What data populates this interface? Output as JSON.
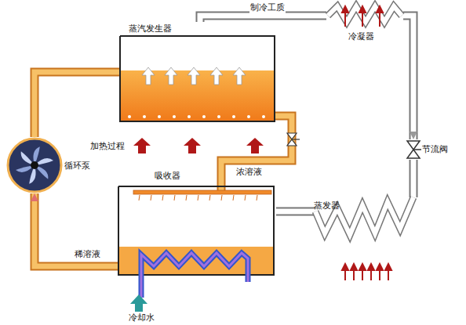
{
  "diagram": {
    "nodes": [
      {
        "text": [
          "蒸汽发生器"
        ]
      },
      {
        "text": [
          "冷凝器"
        ]
      },
      {
        "text": [
          "节流阀"
        ]
      },
      {
        "text": [
          "蒸发器"
        ]
      },
      {
        "text": [
          "吸收器"
        ]
      },
      {
        "text": [
          "循环泵"
        ]
      }
    ],
    "edges": [
      {
        "from": 0,
        "to": 1,
        "label": "制冷工质",
        "arrow": "none"
      },
      {
        "from": 1,
        "to": 2,
        "arrow": "to"
      },
      {
        "from": 2,
        "to": 3,
        "arrow": "none"
      },
      {
        "from": 3,
        "to": 4,
        "arrow": "none"
      },
      {
        "from": 0,
        "to": 4,
        "label": "浓溶液",
        "arrow": "none"
      },
      {
        "from": 4,
        "to": 5,
        "label": "稀溶液",
        "arrow": "to"
      },
      {
        "from": 5,
        "to": 0,
        "arrow": "none"
      }
    ],
    "labels": [
      "加热过程",
      "冷却水"
    ]
  }
}
